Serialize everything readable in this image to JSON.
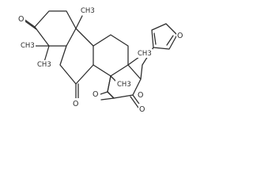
{
  "molecule": {
    "atoms": {
      "o_ketone_a": "O",
      "o_ketone_b": "O",
      "o_epoxide": "O",
      "o_lactone_ring": "O",
      "o_lactone_carbonyl": "O",
      "o_furan": "O"
    },
    "methyl_groups": [
      "CH3",
      "CH3",
      "CH3",
      "CH3",
      "CH3"
    ]
  }
}
